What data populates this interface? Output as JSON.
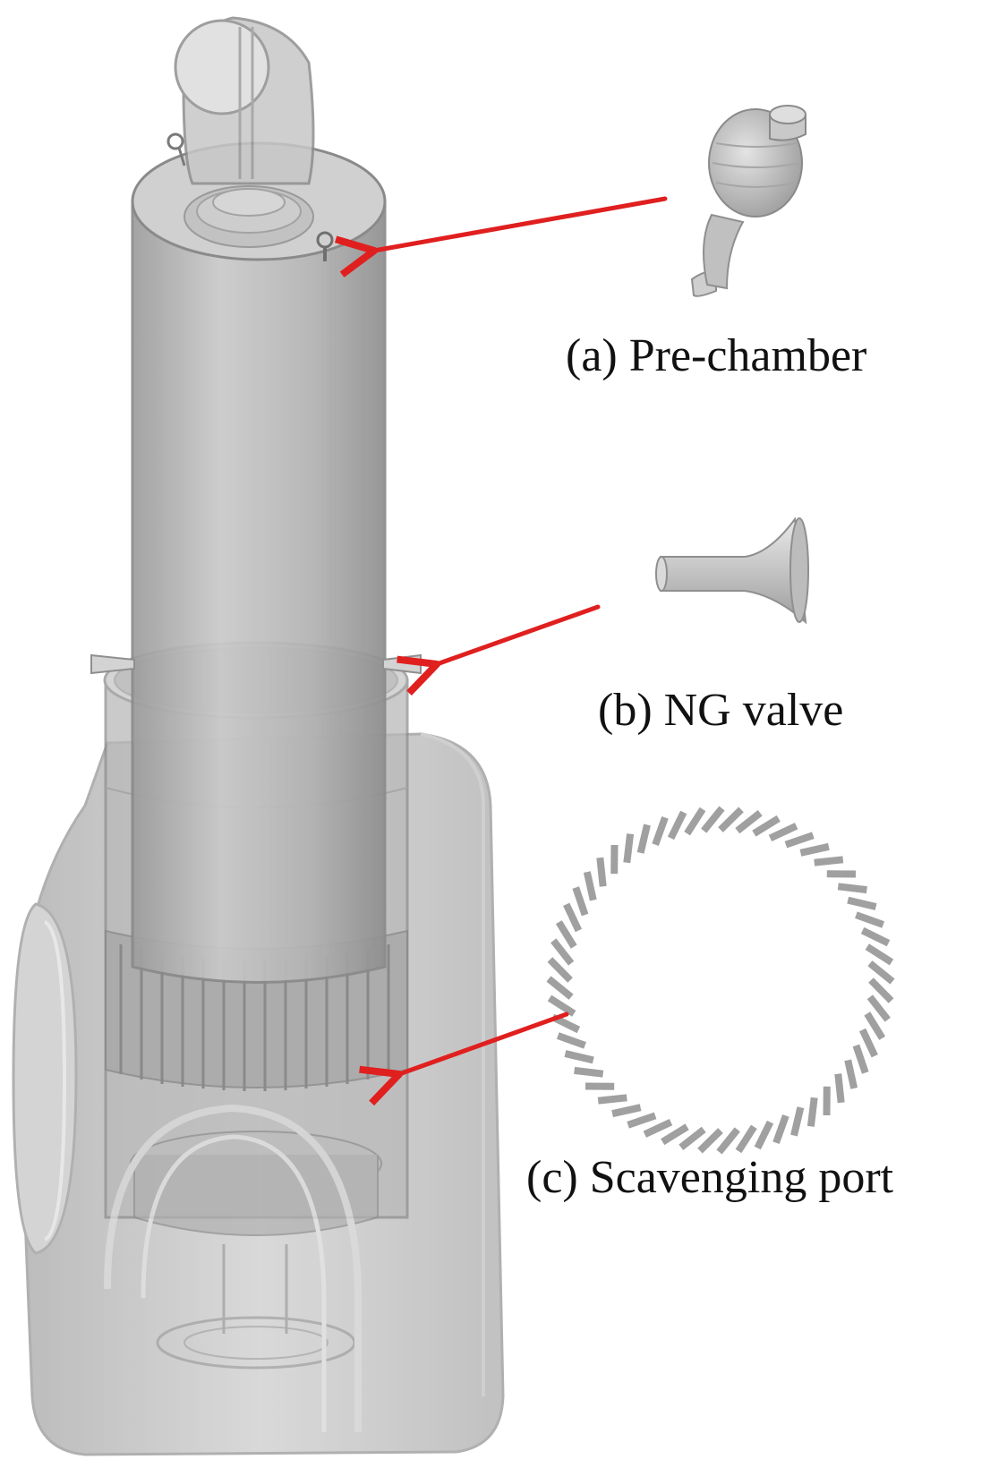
{
  "labels": {
    "pre_chamber": "(a) Pre-chamber",
    "ng_valve": "(b) NG valve",
    "scavenging_port": "(c) Scavenging port"
  },
  "colors": {
    "arrow": "#e01f1f",
    "body_fill": "#b8b8b8",
    "body_stroke": "#8a8a8a",
    "text": "#111111"
  },
  "scavenging_port_slots": 56
}
